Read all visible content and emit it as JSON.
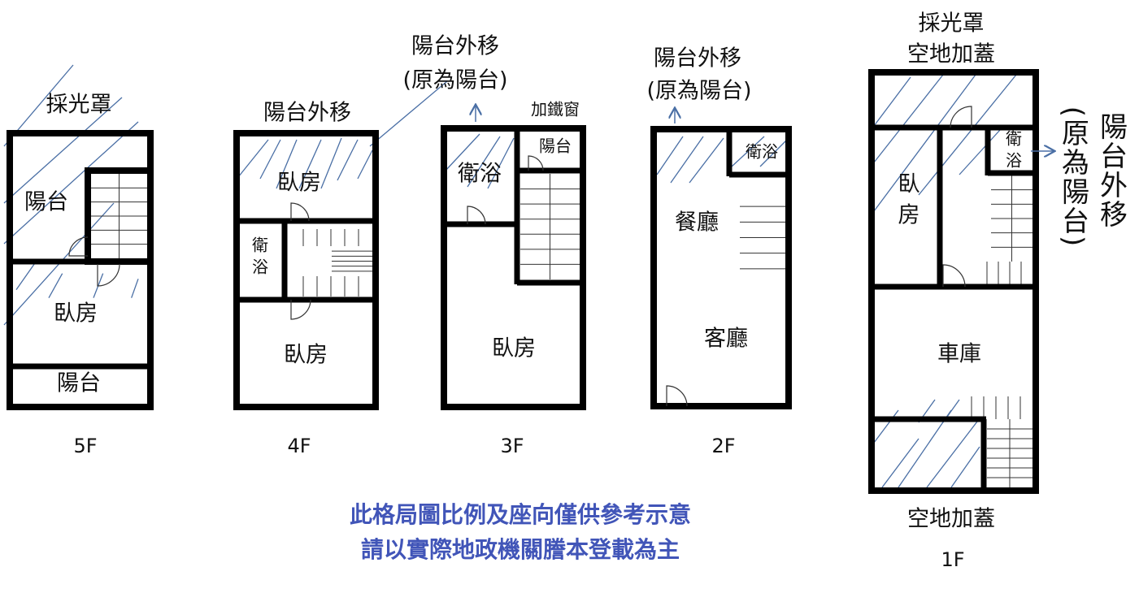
{
  "floors": {
    "f5": {
      "name": "5F",
      "top_label": "採光罩",
      "rooms": [
        "陽台",
        "臥房",
        "陽台"
      ]
    },
    "f4": {
      "name": "4F",
      "top_label": "陽台外移",
      "rooms": [
        "臥房",
        "衛",
        "浴",
        "臥房"
      ]
    },
    "f3": {
      "name": "3F",
      "top_label_1": "陽台外移",
      "top_label_2": "(原為陽台)",
      "window_label": "加鐵窗",
      "rooms": [
        "衛浴",
        "陽台",
        "臥房"
      ]
    },
    "f2": {
      "name": "2F",
      "top_label_1": "陽台外移",
      "top_label_2": "(原為陽台)",
      "rooms": [
        "餐廳",
        "客廳",
        "衛浴"
      ]
    },
    "f1": {
      "name": "1F",
      "top_label_1": "採光罩",
      "top_label_2": "空地加蓋",
      "bottom_label": "空地加蓋",
      "side_label_1": "陽台外移",
      "side_label_2": "(原為陽台)",
      "rooms": [
        "臥",
        "房",
        "衛",
        "浴",
        "車庫"
      ]
    }
  },
  "disclaimer": {
    "line1": "此格局圖比例及座向僅供參考示意",
    "line2": "請以實際地政機關謄本登載為主"
  },
  "colors": {
    "hatch": "#4a6fa5",
    "disclaimer": "#4155b8"
  }
}
